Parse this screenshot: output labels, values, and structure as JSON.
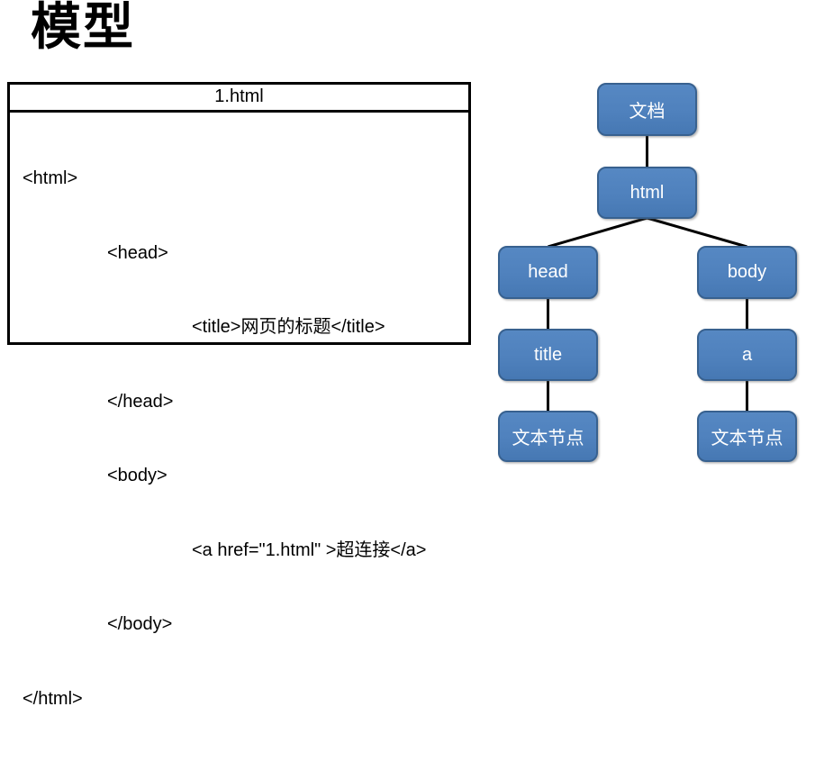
{
  "slide": {
    "title": "模型"
  },
  "code_box": {
    "header": "1.html",
    "lines": [
      "<html>",
      "<head>",
      "<title>网页的标题</title>",
      "</head>",
      "<body>",
      "<a href=\"1.html\" >超连接</a>",
      "</body>",
      "</html>"
    ]
  },
  "tree": {
    "nodes": [
      {
        "id": "document",
        "label": "文档"
      },
      {
        "id": "html",
        "label": "html"
      },
      {
        "id": "head",
        "label": "head"
      },
      {
        "id": "body",
        "label": "body"
      },
      {
        "id": "title",
        "label": "title"
      },
      {
        "id": "a",
        "label": "a"
      },
      {
        "id": "text-left",
        "label": "文本节点"
      },
      {
        "id": "text-right",
        "label": "文本节点"
      }
    ],
    "colors": {
      "node_fill": "#4f81bd",
      "node_border": "#38618f",
      "node_text": "#ffffff",
      "connector": "#000000"
    }
  }
}
